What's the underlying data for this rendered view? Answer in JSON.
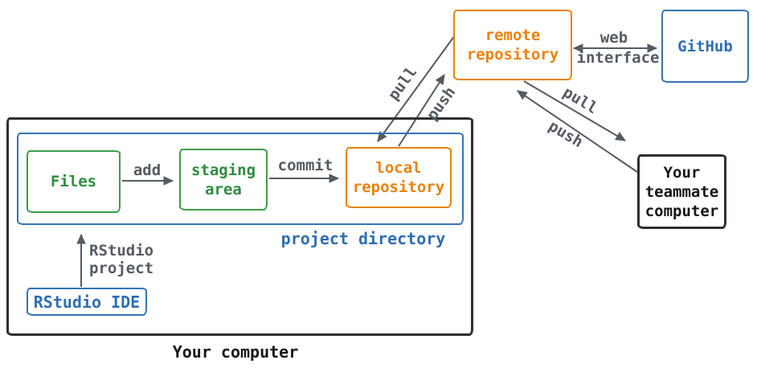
{
  "palette": {
    "orange": "#E8830D",
    "green": "#3D9C4B",
    "blue": "#3274B5",
    "gray": "#555B63",
    "black": "#161616"
  },
  "nodes": {
    "remote_repository": {
      "label": "remote\nrepository"
    },
    "github": {
      "label": "GitHub"
    },
    "teammate_computer": {
      "label": "Your\nteammate\ncomputer"
    },
    "files": {
      "label": "Files"
    },
    "staging_area": {
      "label": "staging\narea"
    },
    "local_repository": {
      "label": "local\nrepository"
    },
    "rstudio_ide": {
      "label": "RStudio IDE"
    }
  },
  "captions": {
    "your_computer": "Your computer",
    "project_directory": "project directory"
  },
  "edge_labels": {
    "add": "add",
    "commit": "commit",
    "rstudio_project": "RStudio\nproject",
    "web_interface_line1": "web",
    "web_interface_line2": "interface",
    "pull_remote_to_local": "pull",
    "push_local_to_remote": "push",
    "pull_remote_to_teammate": "pull",
    "push_teammate_to_remote": "push"
  }
}
